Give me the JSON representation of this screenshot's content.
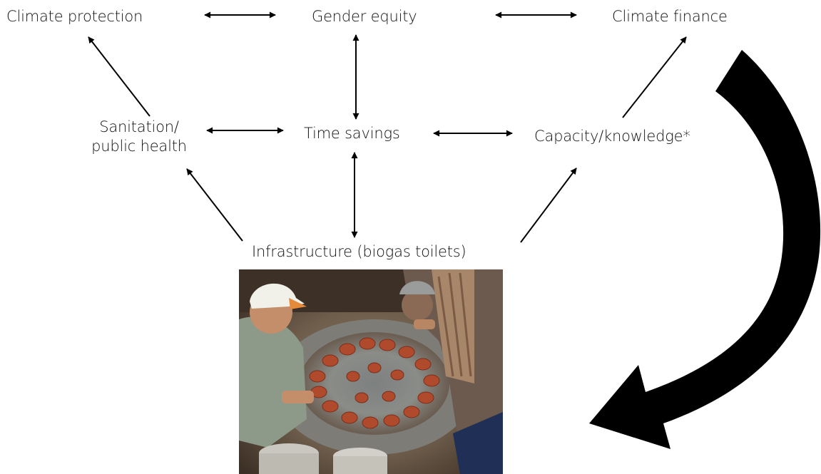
{
  "colors": {
    "text": "#111111",
    "arrow": "#000000",
    "background": "#ffffff"
  },
  "nodes": {
    "climate_protection": "Climate protection",
    "gender_equity": "Gender equity",
    "climate_finance": "Climate finance",
    "sanitation_line1": "Sanitation/",
    "sanitation_line2": "public health",
    "time_savings": "Time savings",
    "capacity_knowledge": "Capacity/knowledge*",
    "infrastructure": "Infrastructure (biogas toilets)"
  },
  "edges": [
    {
      "from": "climate_protection",
      "to": "gender_equity",
      "type": "bidirectional"
    },
    {
      "from": "gender_equity",
      "to": "climate_finance",
      "type": "bidirectional"
    },
    {
      "from": "gender_equity",
      "to": "time_savings",
      "type": "bidirectional"
    },
    {
      "from": "sanitation_public_health",
      "to": "time_savings",
      "type": "bidirectional"
    },
    {
      "from": "time_savings",
      "to": "capacity_knowledge",
      "type": "bidirectional"
    },
    {
      "from": "time_savings",
      "to": "infrastructure",
      "type": "bidirectional"
    },
    {
      "from": "sanitation_public_health",
      "to": "climate_protection",
      "type": "directed"
    },
    {
      "from": "capacity_knowledge",
      "to": "climate_finance",
      "type": "directed"
    },
    {
      "from": "infrastructure",
      "to": "sanitation_public_health",
      "type": "directed"
    },
    {
      "from": "infrastructure",
      "to": "capacity_knowledge",
      "type": "directed"
    },
    {
      "from": "climate_finance",
      "to": "infrastructure",
      "type": "feedback-curve"
    }
  ],
  "photo": {
    "subject": "workers building a biogas toilet dome"
  }
}
